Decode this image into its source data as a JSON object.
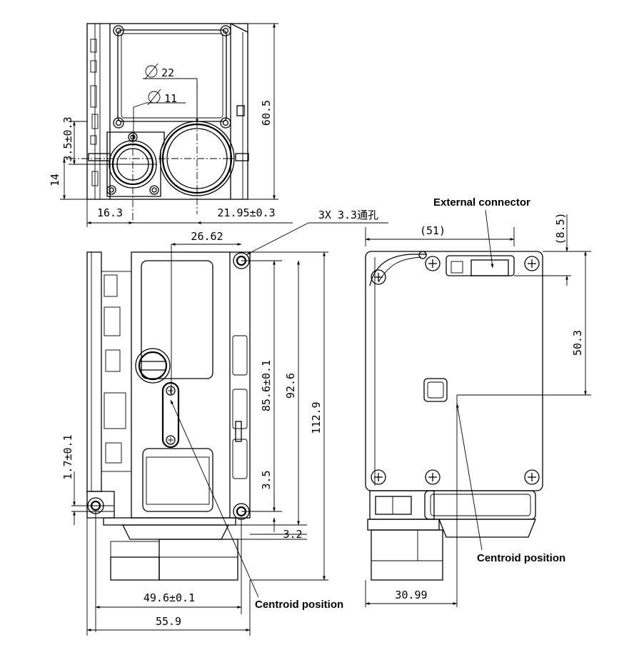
{
  "top_view": {
    "dia_large": "22",
    "dia_small": "11",
    "dim_3_5": "3.5±0.3",
    "dim_14": "14",
    "dim_60_5": "60.5",
    "dim_16_3": "16.3",
    "dim_21_95": "21.95±0.3",
    "holes_note": "3X 3.3通孔"
  },
  "front_view": {
    "dim_26_62": "26.62",
    "dim_85_6": "85.6±0.1",
    "dim_92_6": "92.6",
    "dim_112_9": "112.9",
    "dim_1_7": "1.7±0.1",
    "dim_3_5": "3.5",
    "dim_3_2": "3.2",
    "dim_49_6": "49.6±0.1",
    "dim_55_9": "55.9",
    "centroid_label": "Centroid position"
  },
  "side_view": {
    "external_connector_label": "External connector",
    "dim_51": "(51)",
    "dim_8_5": "(8.5)",
    "dim_50_3": "50.3",
    "dim_30_99": "30.99",
    "centroid_label": "Centroid position"
  }
}
